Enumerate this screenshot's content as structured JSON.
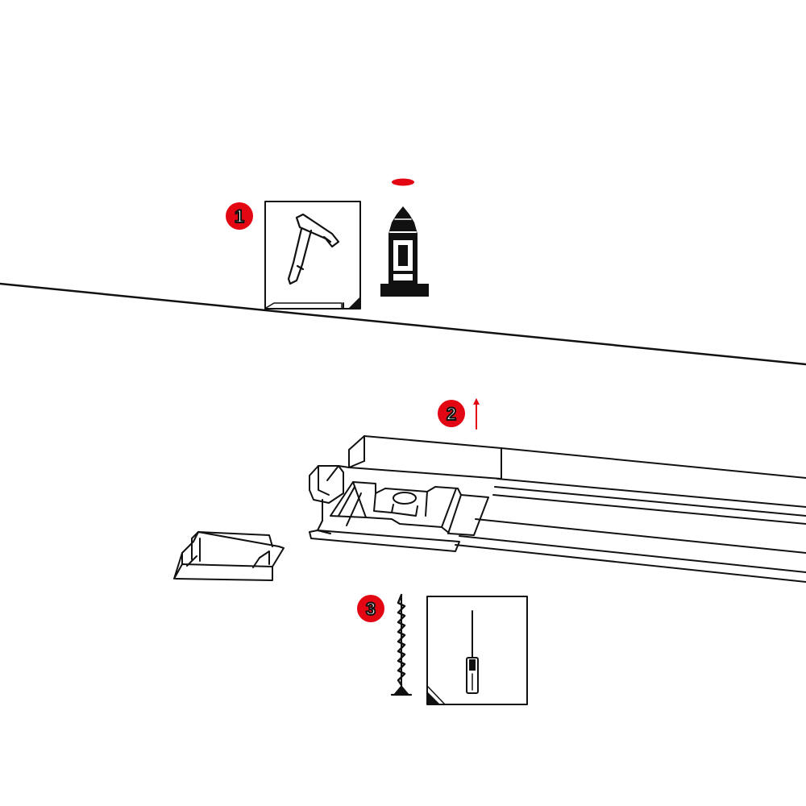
{
  "steps": [
    {
      "number": "1",
      "tool_icon": "hammer-icon",
      "part_icon": "wall-plug-icon"
    },
    {
      "number": "2",
      "direction_icon": "arrow-up-icon"
    },
    {
      "number": "3",
      "part_icon": "screw-icon",
      "tool_icon": "screwdriver-icon"
    }
  ],
  "colors": {
    "accent": "#e30613",
    "line": "#111111",
    "background": "#ffffff"
  }
}
